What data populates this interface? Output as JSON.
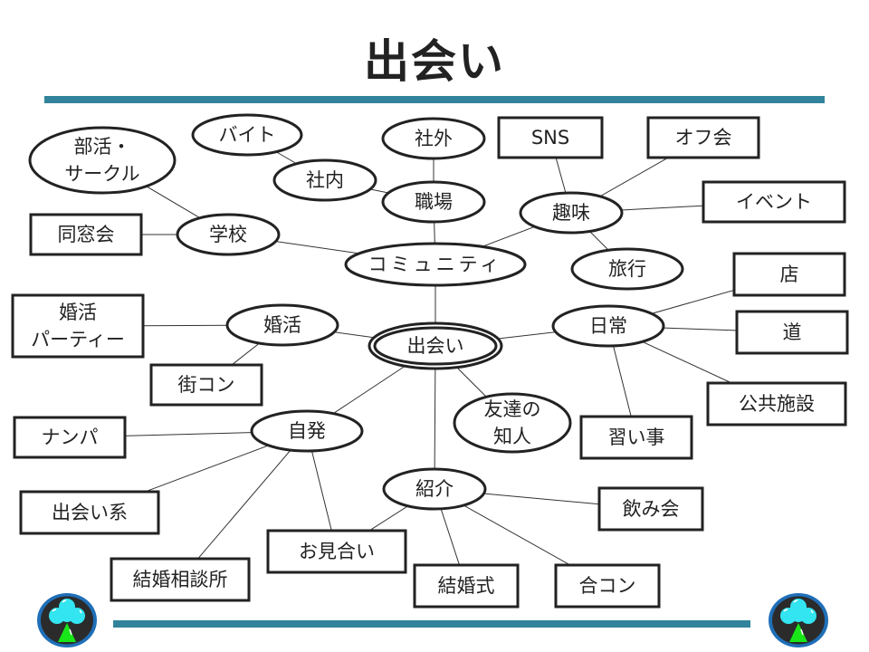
{
  "slide": {
    "title": "出会い",
    "accent_color": "#31849b"
  },
  "diagram": {
    "center": "出会い",
    "nodes": [
      {
        "id": "deai",
        "label": [
          "出会い"
        ],
        "shape": "double-ellipse"
      },
      {
        "id": "community",
        "label": [
          "コミュニティ"
        ],
        "shape": "ellipse"
      },
      {
        "id": "shokuba",
        "label": [
          "職場"
        ],
        "shape": "ellipse"
      },
      {
        "id": "shagai",
        "label": [
          "社外"
        ],
        "shape": "ellipse"
      },
      {
        "id": "shanai",
        "label": [
          "社内"
        ],
        "shape": "ellipse"
      },
      {
        "id": "baito",
        "label": [
          "バイト"
        ],
        "shape": "ellipse"
      },
      {
        "id": "gakko",
        "label": [
          "学校"
        ],
        "shape": "ellipse"
      },
      {
        "id": "bukatsu",
        "label": [
          "部活・",
          "サークル"
        ],
        "shape": "ellipse"
      },
      {
        "id": "dousoukai",
        "label": [
          "同窓会"
        ],
        "shape": "box"
      },
      {
        "id": "shumi",
        "label": [
          "趣味"
        ],
        "shape": "ellipse"
      },
      {
        "id": "sns",
        "label": [
          "SNS"
        ],
        "shape": "box"
      },
      {
        "id": "offkai",
        "label": [
          "オフ会"
        ],
        "shape": "box"
      },
      {
        "id": "event",
        "label": [
          "イベント"
        ],
        "shape": "box"
      },
      {
        "id": "ryoko",
        "label": [
          "旅行"
        ],
        "shape": "ellipse"
      },
      {
        "id": "konkatsu",
        "label": [
          "婚活"
        ],
        "shape": "ellipse"
      },
      {
        "id": "konkatsu_party",
        "label": [
          "婚活",
          "パーティー"
        ],
        "shape": "box"
      },
      {
        "id": "machikon",
        "label": [
          "街コン"
        ],
        "shape": "box"
      },
      {
        "id": "nichijo",
        "label": [
          "日常"
        ],
        "shape": "ellipse"
      },
      {
        "id": "mise",
        "label": [
          "店"
        ],
        "shape": "box"
      },
      {
        "id": "michi",
        "label": [
          "道"
        ],
        "shape": "box"
      },
      {
        "id": "koukyou",
        "label": [
          "公共施設"
        ],
        "shape": "box"
      },
      {
        "id": "naraigoto",
        "label": [
          "習い事"
        ],
        "shape": "box"
      },
      {
        "id": "tomodachi",
        "label": [
          "友達の",
          "知人"
        ],
        "shape": "ellipse"
      },
      {
        "id": "jihatsu",
        "label": [
          "自発"
        ],
        "shape": "ellipse"
      },
      {
        "id": "nanpa",
        "label": [
          "ナンパ"
        ],
        "shape": "box"
      },
      {
        "id": "deaikei",
        "label": [
          "出会い系"
        ],
        "shape": "box"
      },
      {
        "id": "kekkon_soudan",
        "label": [
          "結婚相談所"
        ],
        "shape": "box"
      },
      {
        "id": "omiai",
        "label": [
          "お見合い"
        ],
        "shape": "box"
      },
      {
        "id": "shokai",
        "label": [
          "紹介"
        ],
        "shape": "ellipse"
      },
      {
        "id": "nomikai",
        "label": [
          "飲み会"
        ],
        "shape": "box"
      },
      {
        "id": "kekkonshiki",
        "label": [
          "結婚式"
        ],
        "shape": "box"
      },
      {
        "id": "goukon",
        "label": [
          "合コン"
        ],
        "shape": "box"
      }
    ],
    "edges": [
      [
        "deai",
        "community"
      ],
      [
        "community",
        "shokuba"
      ],
      [
        "shokuba",
        "shagai"
      ],
      [
        "shokuba",
        "shanai"
      ],
      [
        "shanai",
        "baito"
      ],
      [
        "community",
        "gakko"
      ],
      [
        "gakko",
        "bukatsu"
      ],
      [
        "gakko",
        "dousoukai"
      ],
      [
        "community",
        "shumi"
      ],
      [
        "shumi",
        "sns"
      ],
      [
        "shumi",
        "offkai"
      ],
      [
        "shumi",
        "event"
      ],
      [
        "shumi",
        "ryoko"
      ],
      [
        "deai",
        "konkatsu"
      ],
      [
        "konkatsu",
        "konkatsu_party"
      ],
      [
        "konkatsu",
        "machikon"
      ],
      [
        "deai",
        "nichijo"
      ],
      [
        "nichijo",
        "mise"
      ],
      [
        "nichijo",
        "michi"
      ],
      [
        "nichijo",
        "koukyou"
      ],
      [
        "nichijo",
        "naraigoto"
      ],
      [
        "deai",
        "tomodachi"
      ],
      [
        "deai",
        "jihatsu"
      ],
      [
        "jihatsu",
        "nanpa"
      ],
      [
        "jihatsu",
        "deaikei"
      ],
      [
        "jihatsu",
        "kekkon_soudan"
      ],
      [
        "jihatsu",
        "omiai"
      ],
      [
        "deai",
        "shokai"
      ],
      [
        "shokai",
        "omiai"
      ],
      [
        "shokai",
        "nomikai"
      ],
      [
        "shokai",
        "kekkonshiki"
      ],
      [
        "shokai",
        "goukon"
      ]
    ]
  },
  "logos": [
    {
      "name": "tree-logo-left"
    },
    {
      "name": "tree-logo-right"
    }
  ]
}
